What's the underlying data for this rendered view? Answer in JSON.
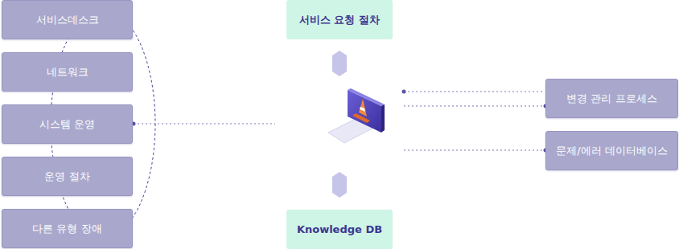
{
  "diagram": {
    "nodes": [
      {
        "text": [
          "서비스데스크"
        ]
      },
      {
        "text": [
          "네트워크"
        ]
      },
      {
        "text": [
          "시스템 운영"
        ]
      },
      {
        "text": [
          "운영 절차"
        ]
      },
      {
        "text": [
          "다른 유형 장애"
        ]
      },
      {
        "text": [
          "서비스 요청 절차"
        ]
      },
      {
        "text": [
          "Knowledge DB"
        ]
      },
      {
        "text": [
          "변경 관리 프로세스"
        ]
      },
      {
        "text": [
          "문제/에러 데이터베이스"
        ]
      }
    ]
  }
}
